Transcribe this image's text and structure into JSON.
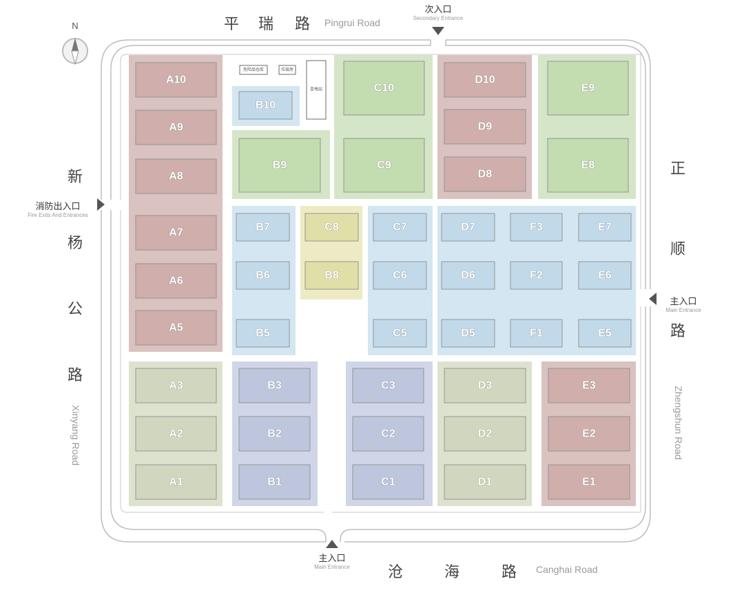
{
  "compass": {
    "north_label": "N"
  },
  "roads": {
    "north": {
      "cn": [
        "平",
        "瑞",
        "路"
      ],
      "en": "Pingrui Road"
    },
    "south": {
      "cn": [
        "沧",
        "海",
        "路"
      ],
      "en": "Canghai Road"
    },
    "west": {
      "cn": [
        "新",
        "杨",
        "公",
        "路"
      ],
      "en": "Xinyang Road"
    },
    "east": {
      "cn": [
        "正",
        "顺",
        "路"
      ],
      "en": "Zhengshun Road"
    }
  },
  "entrances": {
    "north": {
      "cn": "次入口",
      "en": "Secondary Entrance"
    },
    "west": {
      "cn": "消防出入口",
      "en": "Fire Exits And Entrances"
    },
    "east": {
      "cn": "主入口",
      "en": "Main Entrance"
    },
    "south": {
      "cn": "主入口",
      "en": "Main Entrance"
    }
  },
  "colors": {
    "red_zone": "#d9c2c0",
    "red_booth": "#cfaeab",
    "green_zone": "#d5e6c8",
    "green_booth": "#c3dcb0",
    "blue_zone": "#d3e6f2",
    "blue_booth": "#c2d9ea",
    "yellow_zone": "#ecebc3",
    "yellow_booth": "#e1dfa8",
    "olive_zone": "#dde2cf",
    "olive_booth": "#d1d7be",
    "lavender_zone": "#d0d6e8",
    "lavender_booth": "#bec6de",
    "border": "#b4b4b4",
    "road_line": "#bdbdbd",
    "arrow": "#555555"
  },
  "facilities": [
    "危险品仓库",
    "垃圾房",
    "变电站"
  ],
  "booths": {
    "A10": "A10",
    "A9": "A9",
    "A8": "A8",
    "A7": "A7",
    "A6": "A6",
    "A5": "A5",
    "A3": "A3",
    "A2": "A2",
    "A1": "A1",
    "B10": "B10",
    "B9": "B9",
    "B8": "B8",
    "B7": "B7",
    "B6": "B6",
    "B5": "B5",
    "B3": "B3",
    "B2": "B2",
    "B1": "B1",
    "C10": "C10",
    "C9": "C9",
    "C8": "C8",
    "C7": "C7",
    "C6": "C6",
    "C5": "C5",
    "C3": "C3",
    "C2": "C2",
    "C1": "C1",
    "D10": "D10",
    "D9": "D9",
    "D8": "D8",
    "D7": "D7",
    "D6": "D6",
    "D5": "D5",
    "D3": "D3",
    "D2": "D2",
    "D1": "D1",
    "E9": "E9",
    "E8": "E8",
    "E7": "E7",
    "E6": "E6",
    "E5": "E5",
    "E3": "E3",
    "E2": "E2",
    "E1": "E1",
    "F3": "F3",
    "F2": "F2",
    "F1": "F1"
  }
}
